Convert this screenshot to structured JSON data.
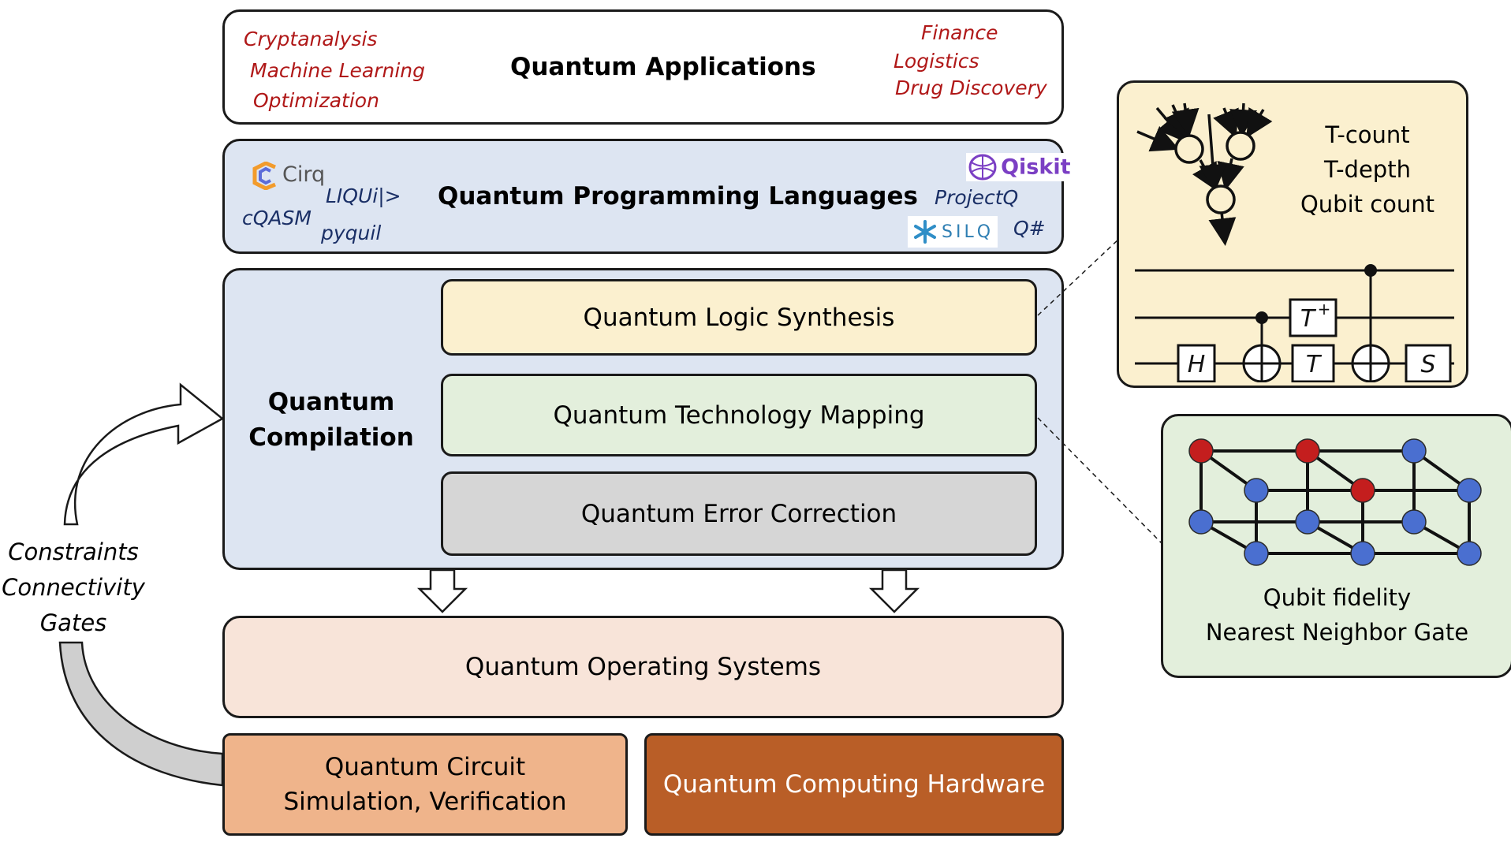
{
  "applications": {
    "title": "Quantum Applications",
    "left": [
      "Cryptanalysis",
      "Machine Learning",
      "Optimization"
    ],
    "right": [
      "Finance",
      "Logistics",
      "Drug Discovery"
    ]
  },
  "languages": {
    "title": "Quantum Programming Languages",
    "items": {
      "cirq": "Cirq",
      "liqui": "LIQUi|>",
      "cqasm": "cQASM",
      "pyquil": "pyquil",
      "qiskit": "Qiskit",
      "projectq": "ProjectQ",
      "silq": "SILQ",
      "qsharp": "Q#"
    }
  },
  "compilation": {
    "label_line1": "Quantum",
    "label_line2": "Compilation",
    "stages": {
      "synthesis": "Quantum Logic Synthesis",
      "mapping": "Quantum Technology Mapping",
      "error": "Quantum Error Correction"
    }
  },
  "os": {
    "label": "Quantum Operating Systems"
  },
  "simulation": {
    "line1": "Quantum Circuit",
    "line2": "Simulation, Verification"
  },
  "hardware": {
    "label": "Quantum Computing Hardware"
  },
  "feedback": {
    "lines": [
      "Constraints",
      "Connectivity",
      "Gates"
    ]
  },
  "synthesis_panel": {
    "metrics": [
      "T-count",
      "T-depth",
      "Qubit count"
    ],
    "gates": {
      "h": "H",
      "t_dagger": "T",
      "dagger": "+",
      "t": "T",
      "s": "S"
    }
  },
  "mapping_panel": {
    "metrics": [
      "Qubit fidelity",
      "Nearest Neighbor Gate"
    ]
  },
  "colors": {
    "app_text": "#b01818",
    "lang_text": "#1a2f66",
    "languages_bg": "#dde5f2",
    "compilation_bg": "#dde5f2",
    "synthesis_bg": "#fbf0cf",
    "mapping_bg": "#e3efdc",
    "error_bg": "#d6d6d6",
    "os_bg": "#f8e4d9",
    "simulation_bg": "#efb48b",
    "hardware_bg": "#b95e27",
    "red_node": "#c41e1e",
    "blue_node": "#4a6fd0"
  }
}
